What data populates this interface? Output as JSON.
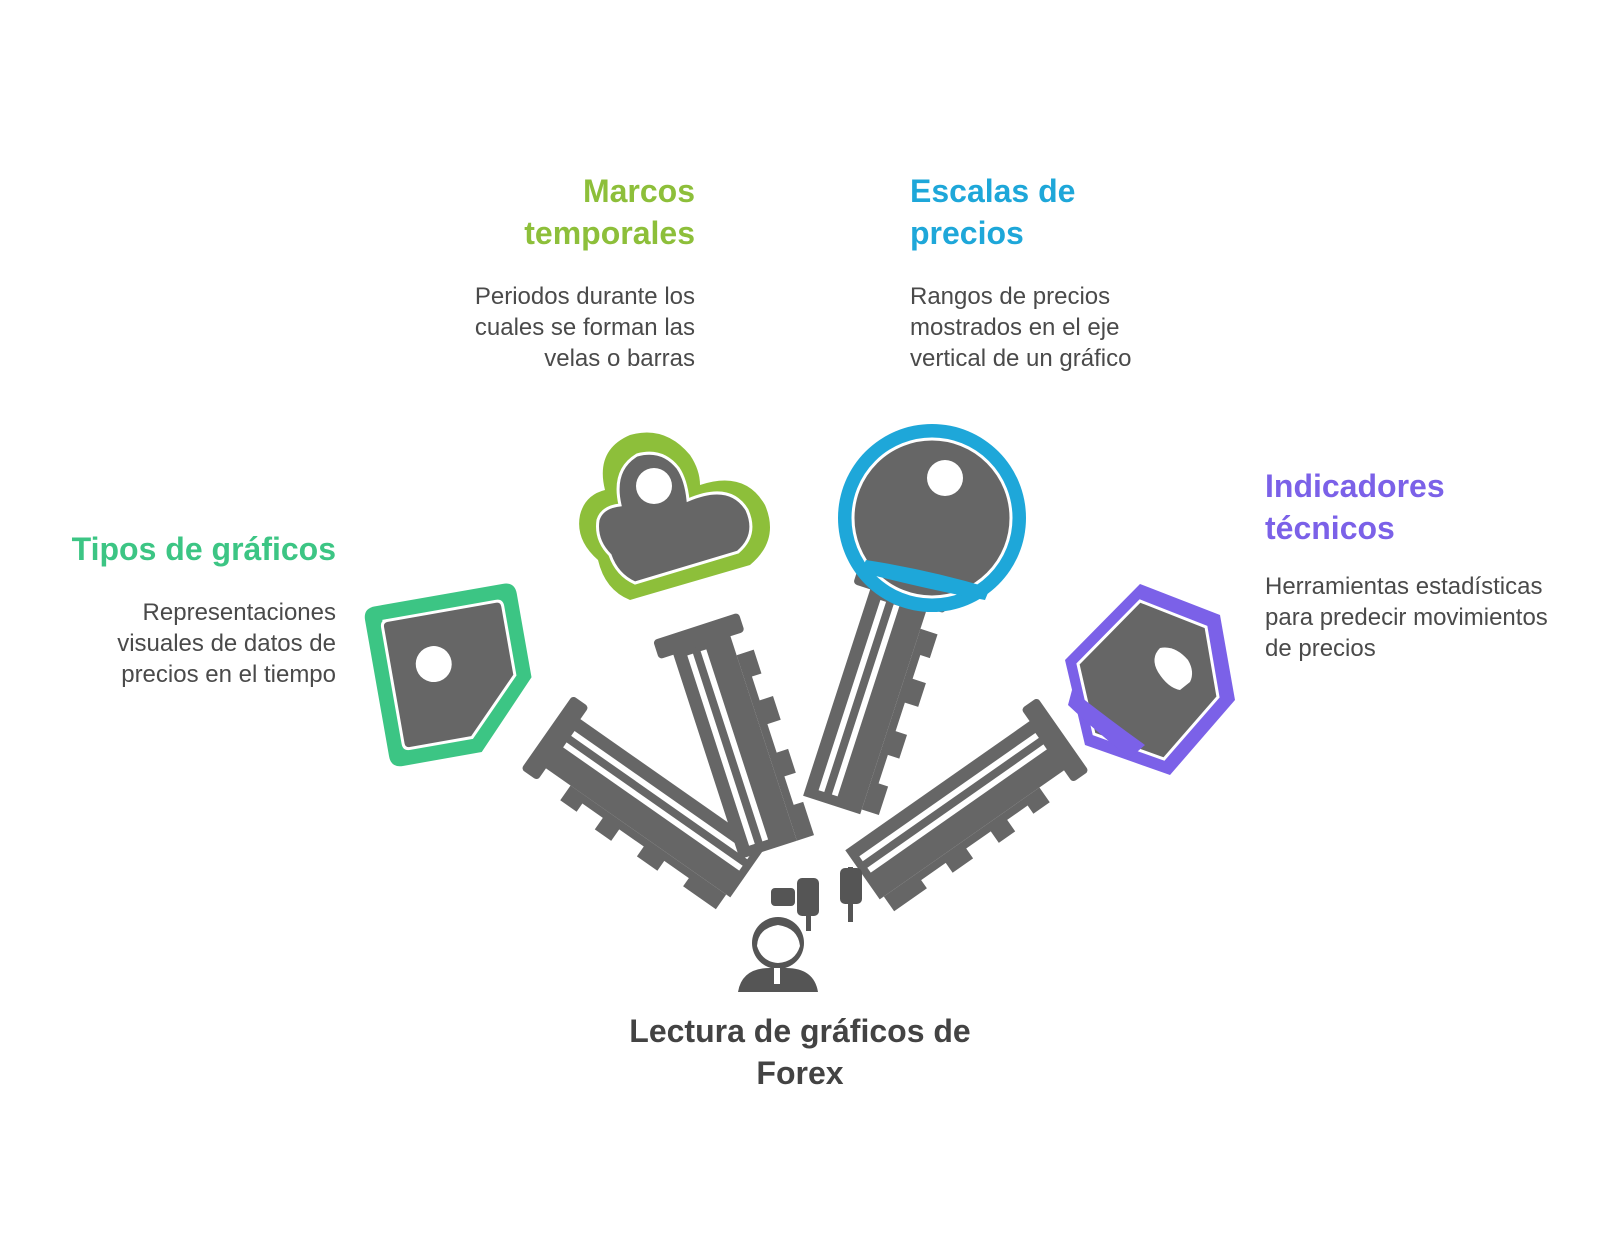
{
  "colors": {
    "key_body": "#666666",
    "tipos": "#3cc584",
    "marcos": "#8dbf3a",
    "escalas": "#1ea7d9",
    "indicadores": "#7b61e8",
    "center_text": "#434343",
    "desc_text": "#4a4a4a"
  },
  "items": [
    {
      "title": "Tipos de gráficos",
      "description": "Representaciones visuales de datos de precios en el tiempo"
    },
    {
      "title": "Marcos temporales",
      "description": "Periodos durante los cuales se forman las velas o barras"
    },
    {
      "title": "Escalas de precios",
      "description": "Rangos de precios mostrados en el eje vertical de un gráfico"
    },
    {
      "title": "Indicadores técnicos",
      "description": "Herramientas estadísticas para predecir movimientos de precios"
    }
  ],
  "center": {
    "title": "Lectura de gráficos de Forex",
    "icon": "trader-with-candlestick-chart-icon"
  },
  "icons": [
    "key-icon"
  ]
}
